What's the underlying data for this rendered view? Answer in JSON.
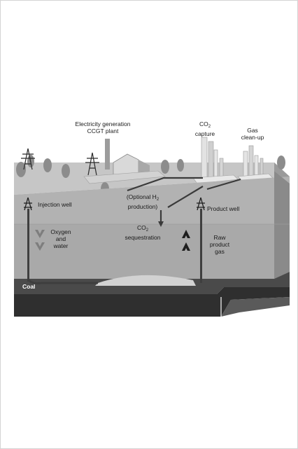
{
  "diagram": {
    "labels": {
      "electricity_line1": "Electricity generation",
      "electricity_line2": "CCGT plant",
      "co2_capture_line1": "CO",
      "co2_capture_sub": "2",
      "co2_capture_line2": "capture",
      "gas_cleanup_line1": "Gas",
      "gas_cleanup_line2": "clean-up",
      "optional_h2_line1": "(Optional H",
      "optional_h2_sub": "2",
      "optional_h2_line2": "production)",
      "injection_well": "Injection well",
      "product_well": "Product well",
      "oxygen_line1": "Oxygen",
      "oxygen_line2": "and",
      "oxygen_line3": "water",
      "co2_seq_line1": "CO",
      "co2_seq_sub": "2",
      "co2_seq_line2": "sequestration",
      "raw_line1": "Raw",
      "raw_line2": "product",
      "raw_line3": "gas",
      "coal": "Coal"
    },
    "colors": {
      "surface": "#c4c4c4",
      "soil": "#b0b0b0",
      "soil_side": "#8e8e8e",
      "coal": "#4a4a4a",
      "coal_side": "#2e2e2e",
      "trees": "#8a8a8a",
      "pipes": "#3a3a3a"
    }
  }
}
